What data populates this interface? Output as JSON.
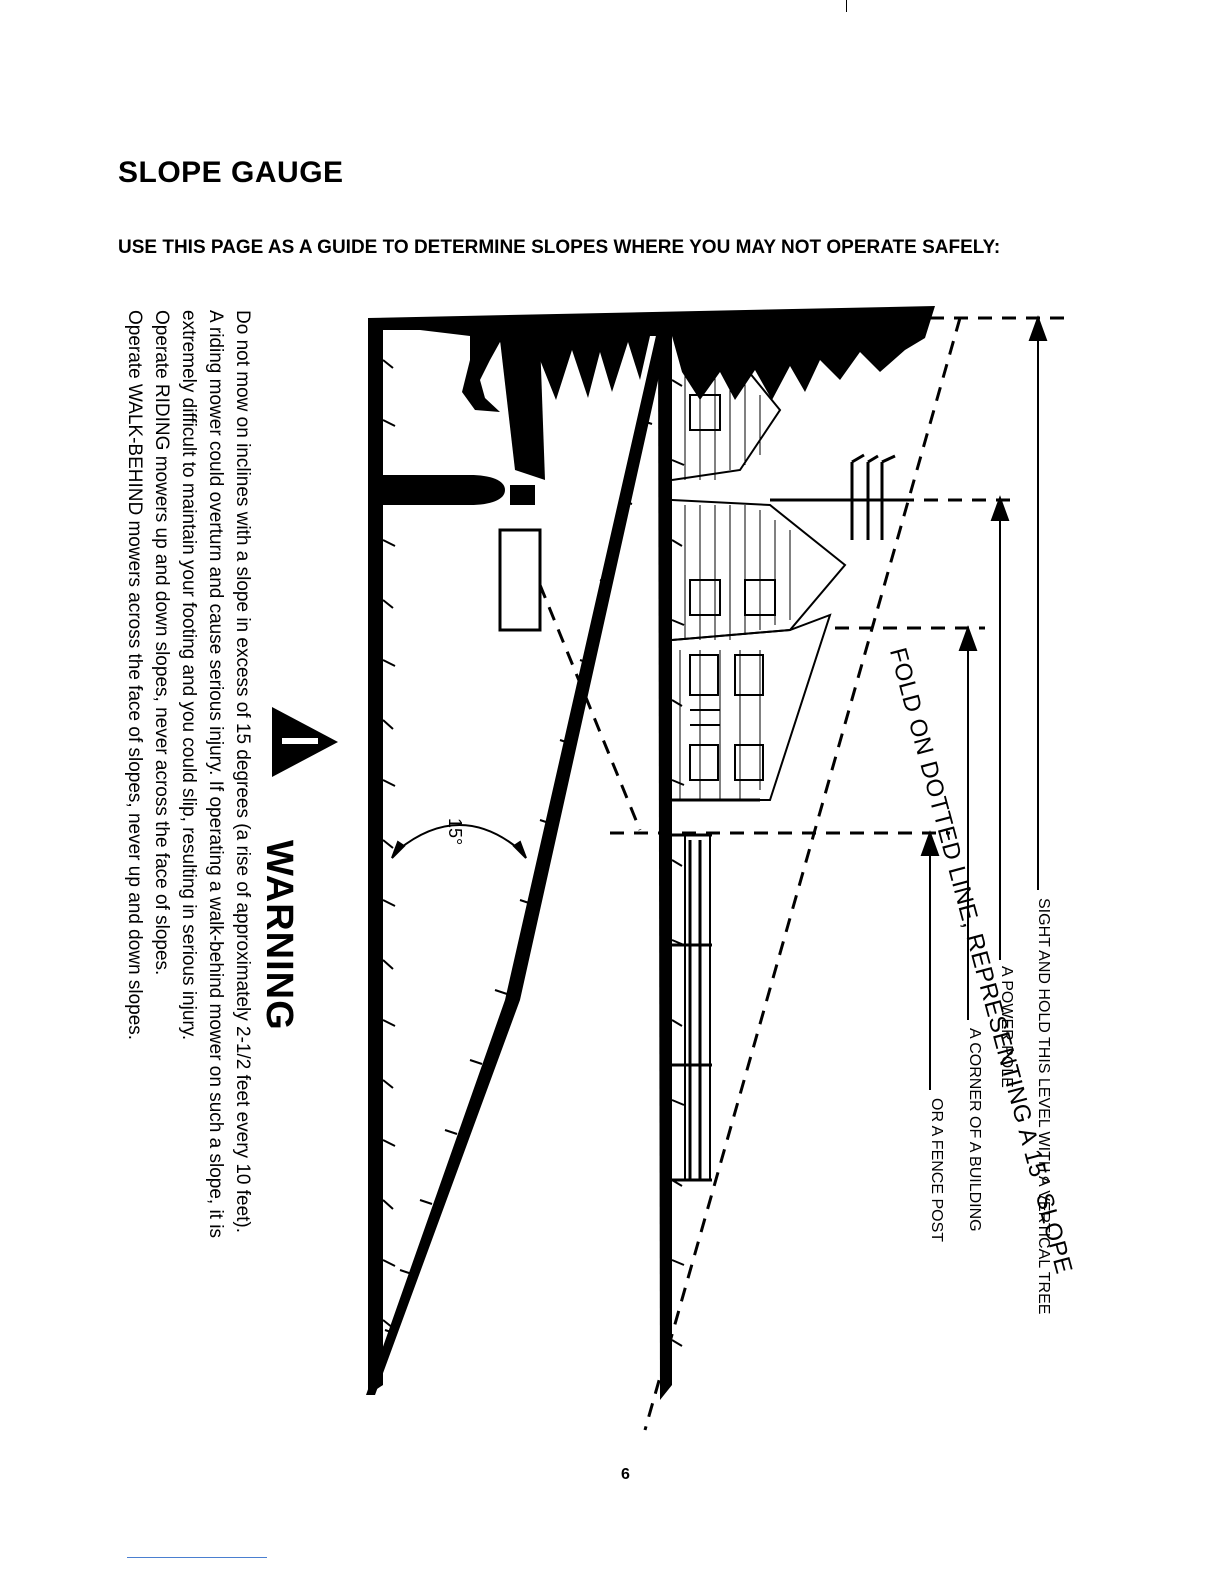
{
  "header": {
    "title": "SLOPE GAUGE",
    "subtitle": "USE THIS PAGE AS A GUIDE TO DETERMINE SLOPES WHERE YOU MAY NOT OPERATE SAFELY:"
  },
  "warning": {
    "heading": "WARNING",
    "icon": "warning-triangle-icon",
    "lines": [
      "Do not mow on inclines with a slope in excess of 15 degrees (a rise of approximately 2-1/2 feet every 10 feet).",
      "A riding mower could overturn and cause serious injury. If operating a walk-behind mower on such a slope, it is",
      "extremely difficult to maintain your footing and you could slip, resulting in serious injury.",
      "Operate RIDING mowers up and down slopes, never across the face of slopes.",
      "Operate WALK-BEHIND mowers across the face of slopes, never up and down slopes."
    ]
  },
  "gauge": {
    "angle_label": "15°",
    "fold_label": "FOLD ON DOTTED LINE, REPRESENTING A 15° SLOPE",
    "references": [
      "SIGHT AND HOLD THIS LEVEL WITH A VERTICAL TREE",
      "A POWER POLE",
      "A CORNER OF A BUILDING",
      "OR A FENCE POST"
    ]
  },
  "footer": {
    "page_number": "6"
  }
}
